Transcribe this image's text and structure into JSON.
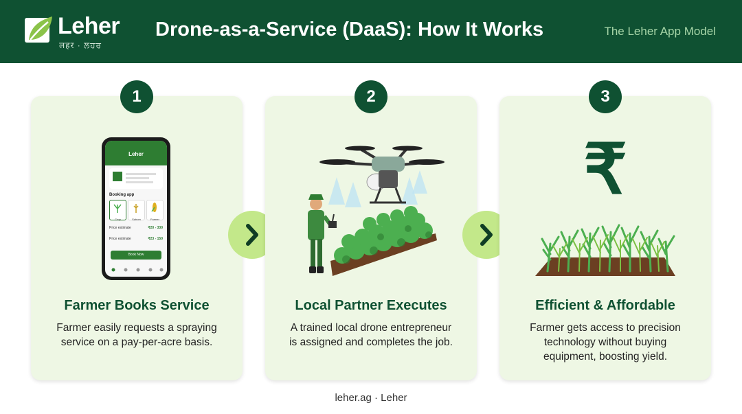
{
  "header": {
    "brand": "Leher",
    "brand_sub": "लहर · ਲਹਰ",
    "title": "Drone-as-a-Service (DaaS): How It Works",
    "subtitle": "The Leher App Model"
  },
  "steps": [
    {
      "number": "1",
      "title": "Farmer Books Service",
      "description": "Farmer easily requests a spraying service on a pay-per-acre basis."
    },
    {
      "number": "2",
      "title": "Local Partner Executes",
      "description": "A trained local drone entrepreneur is assigned and completes the job."
    },
    {
      "number": "3",
      "title": "Efficient & Affordable",
      "description": "Farmer gets access to precision technology without buying equipment, boosting yield."
    }
  ],
  "phone": {
    "app_name": "Leher",
    "section_label": "Booking app",
    "options": [
      "Crop",
      "Sahom",
      "Farmer"
    ],
    "rows": [
      {
        "label": "Price estimate",
        "value": "₹20 - 330"
      },
      {
        "label": "Price estimate",
        "value": "₹23 - 150"
      }
    ],
    "button": "Book Now"
  },
  "rupee_symbol": "₹",
  "footer": "leher.ag · Leher",
  "colors": {
    "primary": "#0f5132",
    "card_bg": "#eef7e4",
    "arrow_bg": "#c3e88a",
    "accent_text": "#a7d6a8"
  }
}
